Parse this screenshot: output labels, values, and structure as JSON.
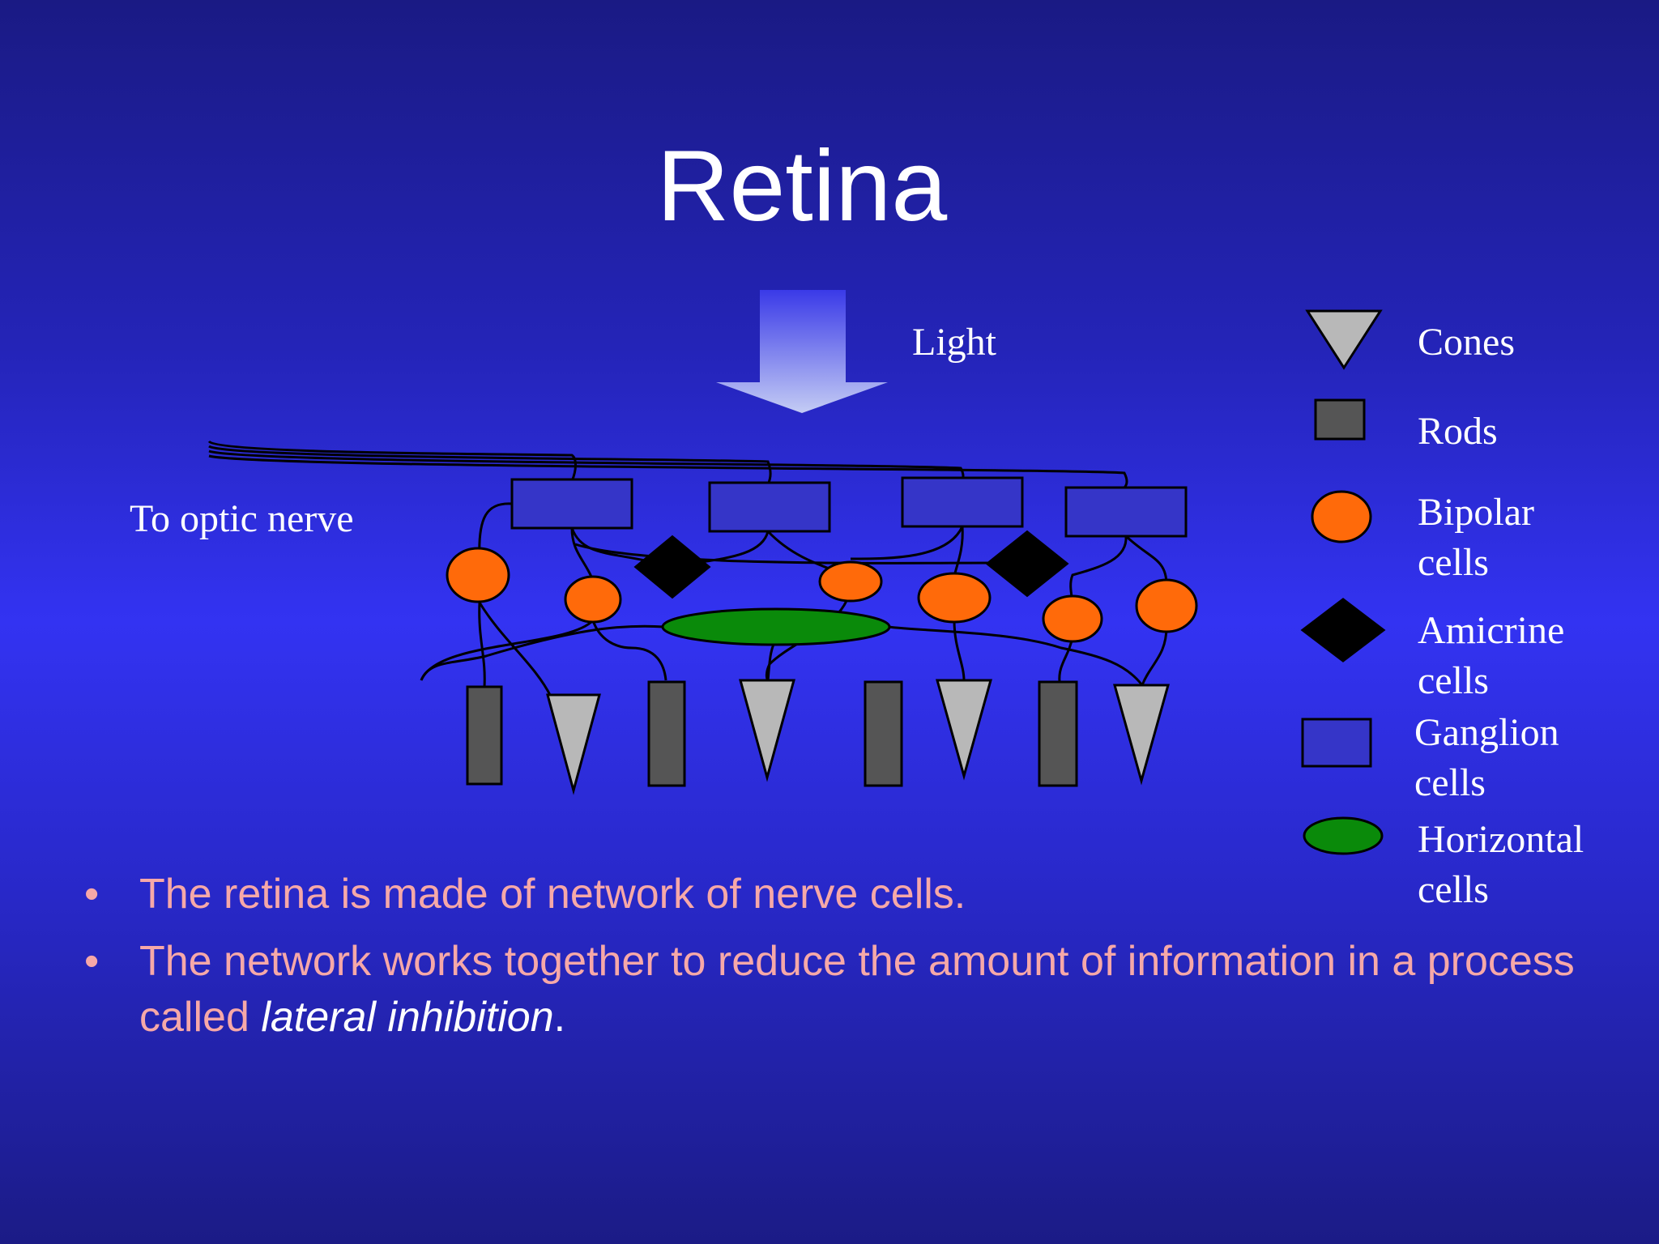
{
  "slide": {
    "title": "Retina"
  },
  "diagram": {
    "light_label": "Light",
    "optic_nerve_label": "To optic nerve"
  },
  "legend": {
    "items": [
      {
        "line1": "Cones",
        "line2": ""
      },
      {
        "line1": "Rods",
        "line2": ""
      },
      {
        "line1": "Bipolar",
        "line2": "cells"
      },
      {
        "line1": "Amicrine",
        "line2": "cells"
      },
      {
        "line1": "Ganglion",
        "line2": "cells"
      },
      {
        "line1": "Horizontal",
        "line2": "cells"
      }
    ]
  },
  "bullets": {
    "item1": "The retina is made of network of nerve cells.",
    "item2_plain": "The network works together to reduce the amount of information in a process called ",
    "item2_italic": "lateral inhibition",
    "item2_tail": "."
  },
  "colors": {
    "ganglion": "#3535c8",
    "bipolar": "#ff6a0a",
    "amacrine": "#000000",
    "horizontal": "#0a8a0a",
    "rod": "#555555",
    "cone": "#b8b8b8",
    "bullet_text": "#f6a8a8"
  }
}
